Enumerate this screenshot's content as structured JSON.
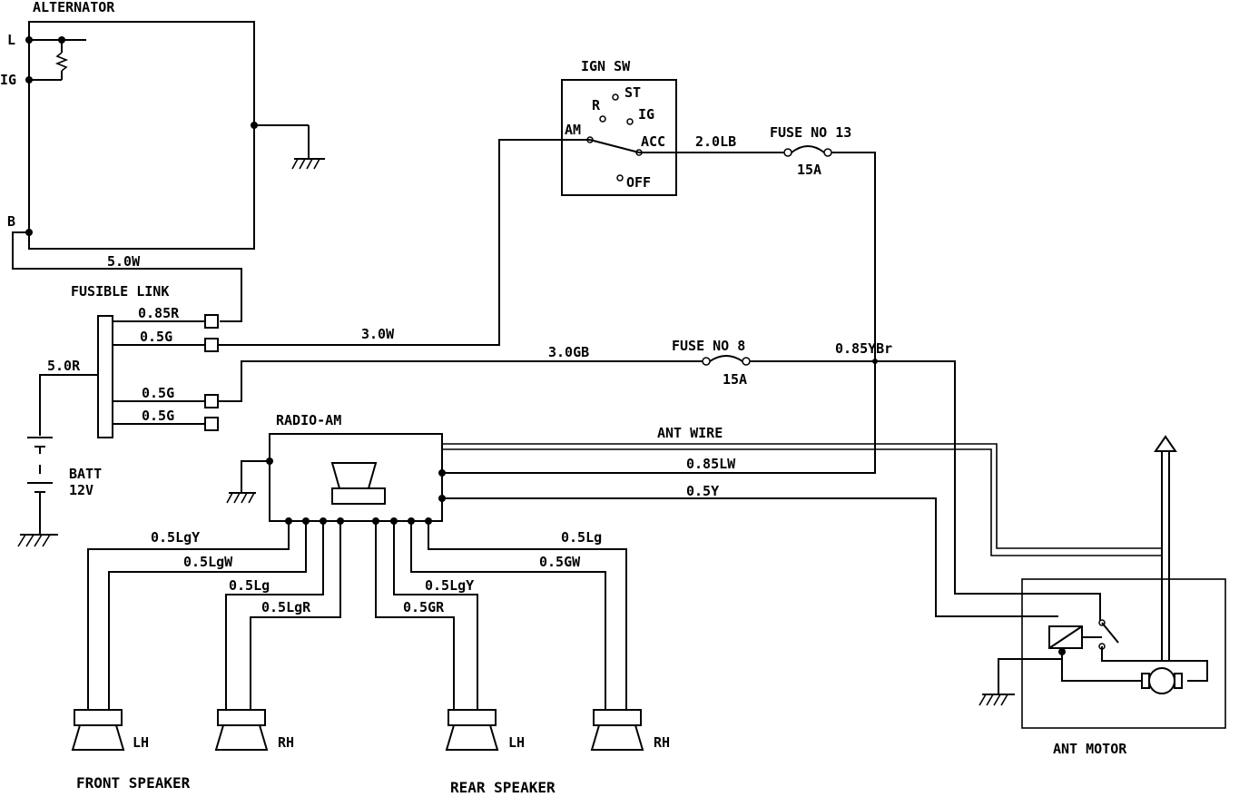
{
  "colors": {
    "line": "#000000",
    "background": "#ffffff"
  },
  "components": {
    "alternator": {
      "title": "ALTERNATOR",
      "term_l": "L",
      "term_ig": "IG",
      "term_b": "B"
    },
    "ign_sw": {
      "title": "IGN SW",
      "r": "R",
      "st": "ST",
      "ig": "IG",
      "am": "AM",
      "acc": "ACC",
      "off": "OFF"
    },
    "fusible_link": {
      "title": "FUSIBLE LINK"
    },
    "battery": {
      "label1": "BATT",
      "label2": "12V"
    },
    "fuse13": {
      "title": "FUSE NO 13",
      "rating": "15A"
    },
    "fuse8": {
      "title": "FUSE NO 8",
      "rating": "15A"
    },
    "radio": {
      "title": "RADIO-AM"
    },
    "ant_motor": {
      "title": "ANT MOTOR"
    },
    "front_speaker": {
      "title": "FRONT SPEAKER",
      "lh": "LH",
      "rh": "RH"
    },
    "rear_speaker": {
      "title": "REAR SPEAKER",
      "lh": "LH",
      "rh": "RH"
    }
  },
  "wires": {
    "alt_b": "5.0W",
    "fl_085r": "0.85R",
    "fl_05g_1": "0.5G",
    "fl_05g_2": "0.5G",
    "fl_05g_3": "0.5G",
    "batt_50r": "5.0R",
    "am_30w": "3.0W",
    "acc_20lb": "2.0LB",
    "f8_30gb": "3.0GB",
    "f8_085ybr": "0.85YBr",
    "ant_wire": "ANT WIRE",
    "radio_085lw": "0.85LW",
    "radio_05y": "0.5Y",
    "fs_05lgy": "0.5LgY",
    "fs_05lgw": "0.5LgW",
    "fs_05lg": "0.5Lg",
    "fs_05lgr": "0.5LgR",
    "rs_05lgy": "0.5LgY",
    "rs_05gr": "0.5GR",
    "rs_05lg": "0.5Lg",
    "rs_05gw": "0.5GW"
  }
}
